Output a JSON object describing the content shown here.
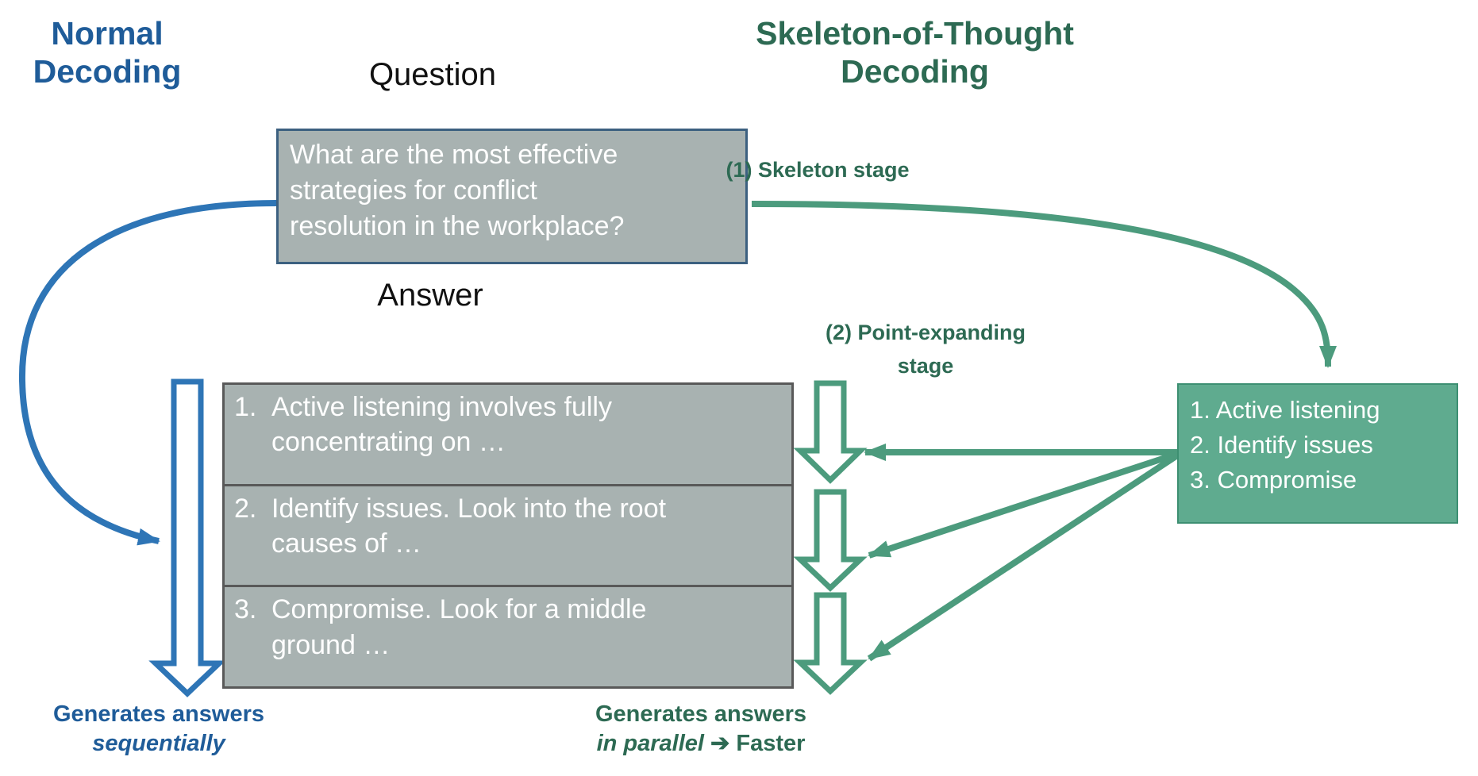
{
  "colors": {
    "blue_text": "#1f5c99",
    "blue_arrow": "#2e75b6",
    "green_text": "#2d6a53",
    "green_arrow": "#4c9b7d",
    "green_box_fill": "#5fab8f",
    "gray_box_fill": "#a8b2b1",
    "gray_box_border": "#595959",
    "question_box_border": "#3c6080",
    "box_text": "#ffffff"
  },
  "titles": {
    "left": {
      "line1": "Normal",
      "line2": "Decoding"
    },
    "right": {
      "line1": "Skeleton-of-Thought",
      "line2": "Decoding"
    }
  },
  "question": {
    "label": "Question",
    "line1": "What are the most effective",
    "line2": "strategies for conflict",
    "line3": "resolution in the workplace?"
  },
  "stages": {
    "skeleton": "(1) Skeleton stage",
    "point_expanding_line1": "(2) Point-expanding",
    "point_expanding_line2": "stage"
  },
  "answer": {
    "label": "Answer",
    "items": [
      {
        "num": "1.",
        "line1": "Active listening involves fully",
        "line2": "concentrating on …"
      },
      {
        "num": "2.",
        "line1": "Identify issues. Look into the root",
        "line2": "causes of …"
      },
      {
        "num": "3.",
        "line1": "Compromise. Look for a middle",
        "line2": "ground …"
      }
    ]
  },
  "skeleton_box": {
    "items": [
      "1. Active listening",
      "2. Identify issues",
      "3. Compromise"
    ]
  },
  "captions": {
    "left": {
      "line1": "Generates answers",
      "line2": "sequentially"
    },
    "right": {
      "line1": "Generates answers",
      "line2_italic": "in parallel",
      "arrow": "➔",
      "line2_rest": "Faster"
    }
  }
}
